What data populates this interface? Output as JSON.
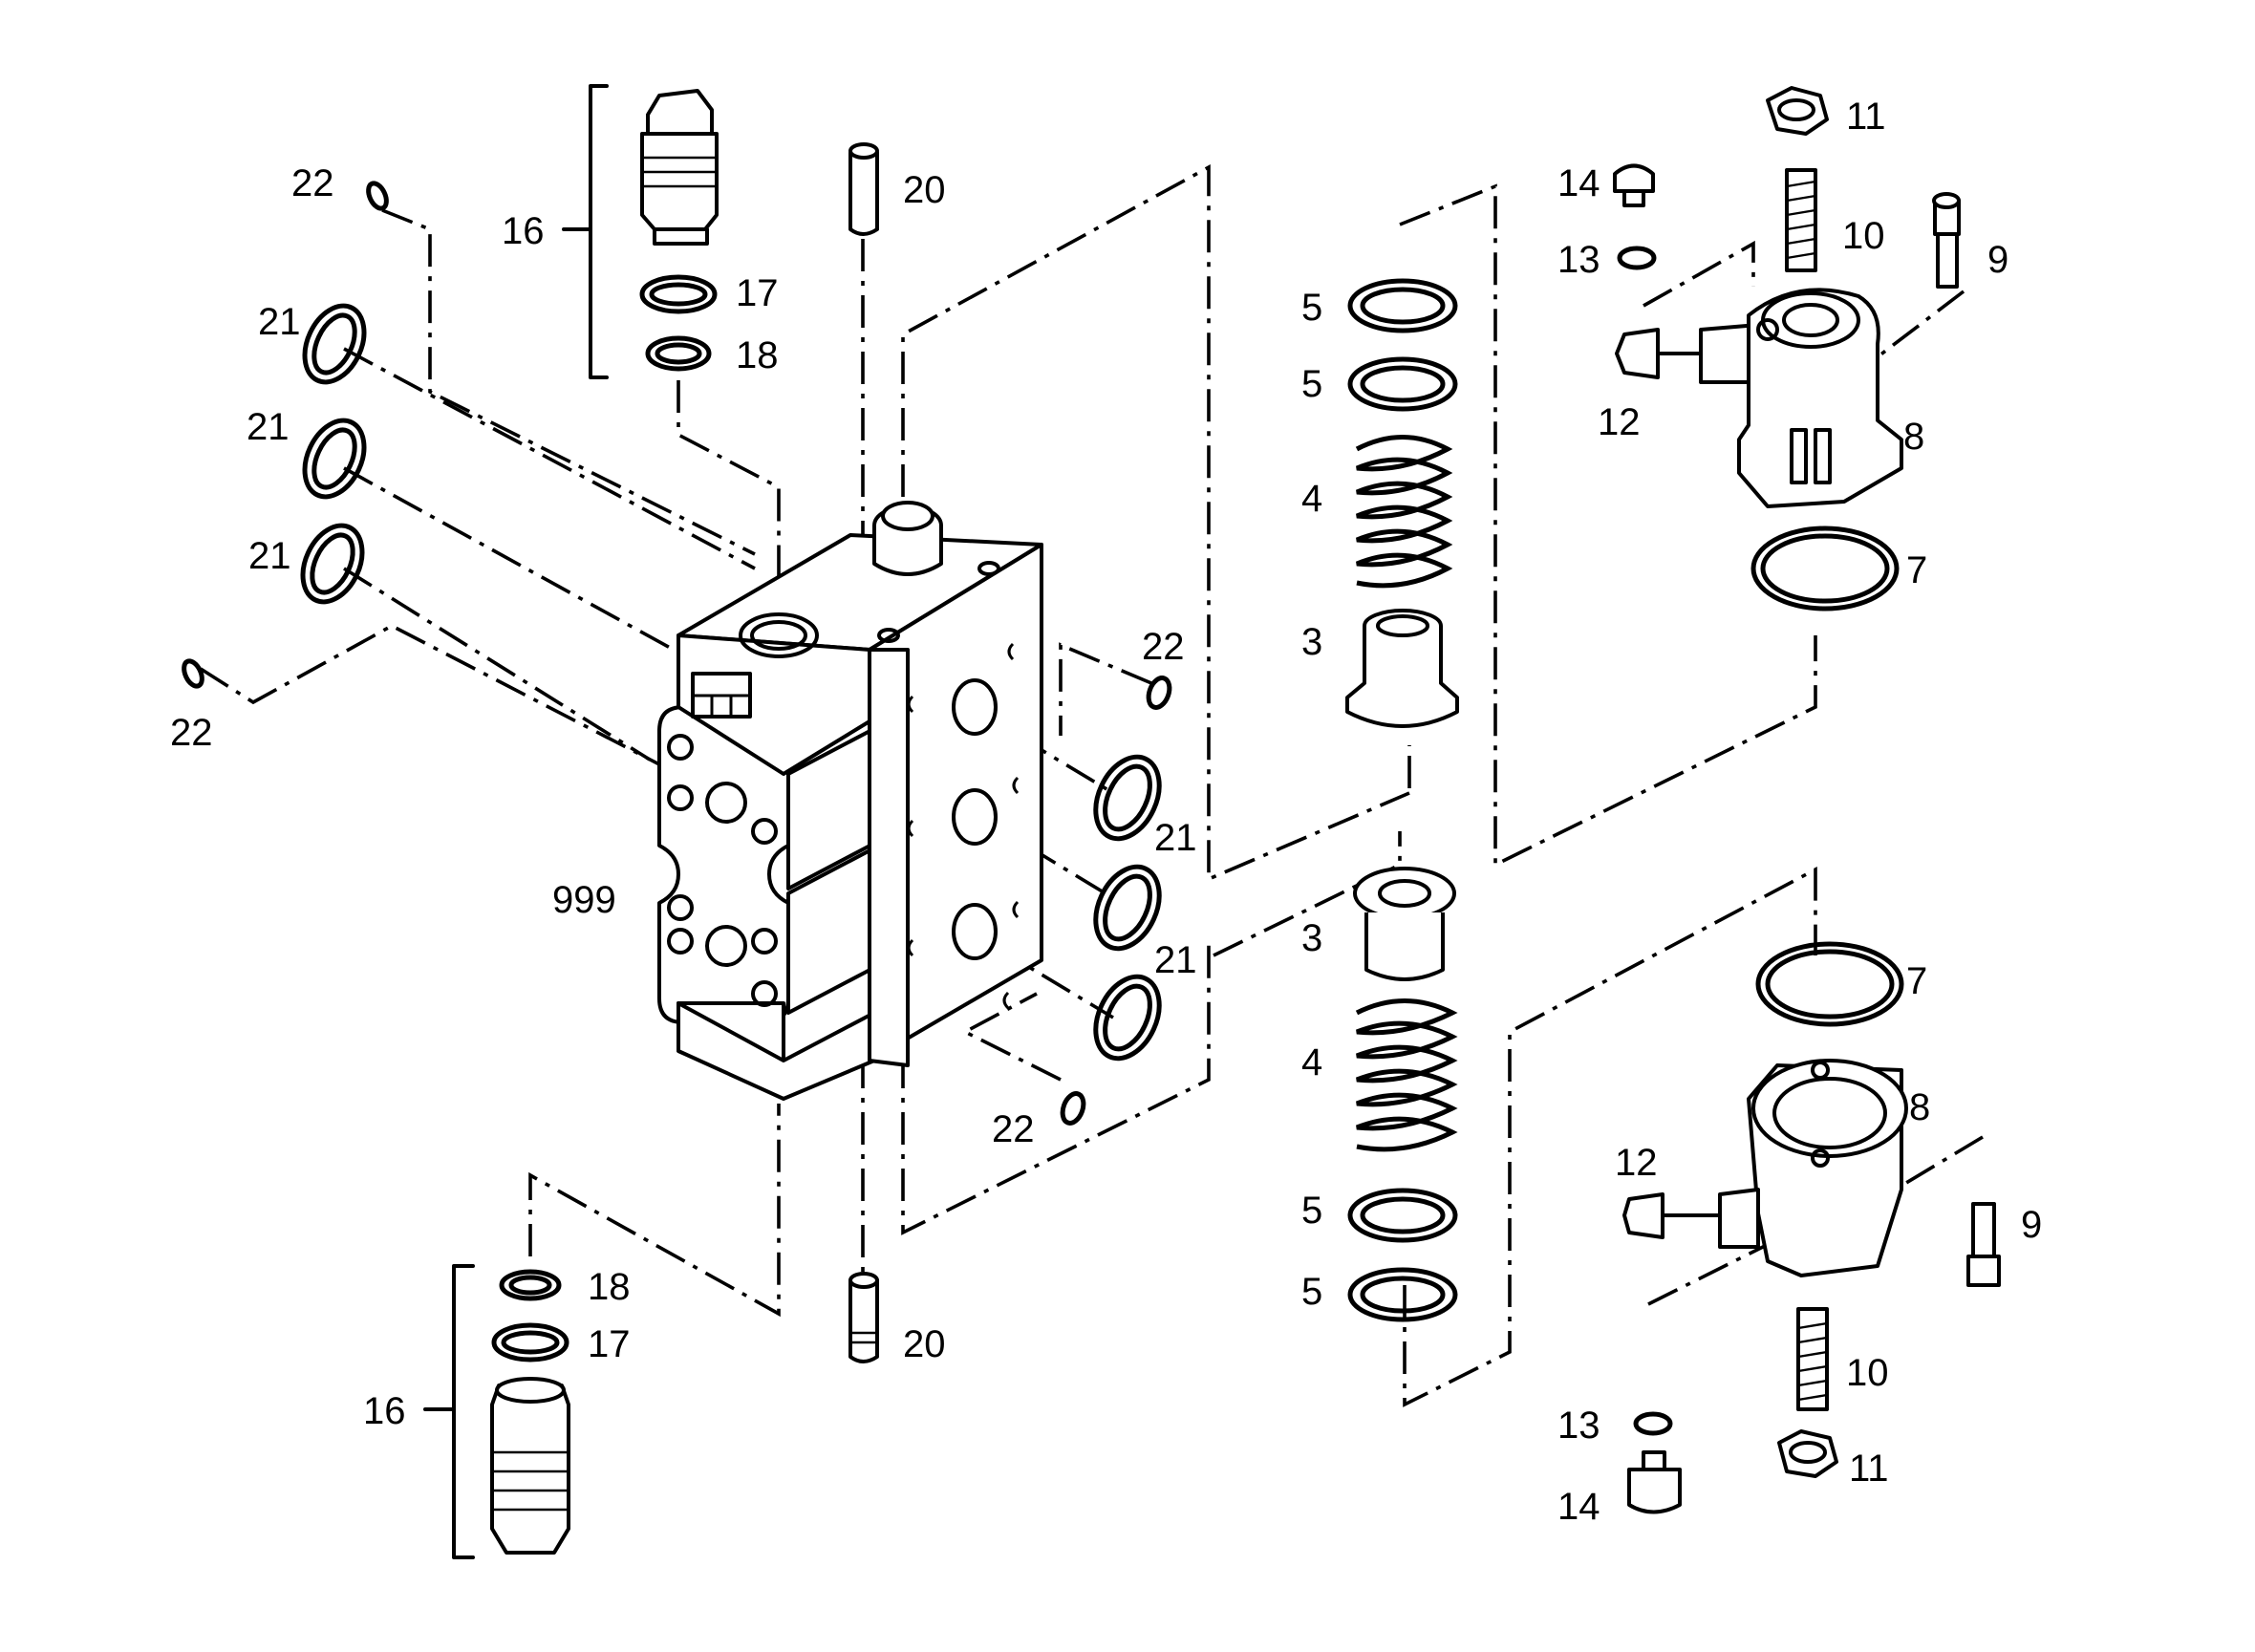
{
  "parts": [
    {
      "id": "p999",
      "number": "999",
      "name": "valve-body"
    },
    {
      "id": "p3a",
      "number": "3",
      "name": "spool-seat-upper"
    },
    {
      "id": "p3b",
      "number": "3",
      "name": "spool-seat-lower"
    },
    {
      "id": "p4a",
      "number": "4",
      "name": "spring-upper"
    },
    {
      "id": "p4b",
      "number": "4",
      "name": "spring-lower"
    },
    {
      "id": "p5a",
      "number": "5",
      "name": "washer-upper-1"
    },
    {
      "id": "p5b",
      "number": "5",
      "name": "washer-upper-2"
    },
    {
      "id": "p5c",
      "number": "5",
      "name": "washer-lower-1"
    },
    {
      "id": "p5d",
      "number": "5",
      "name": "washer-lower-2"
    },
    {
      "id": "p7a",
      "number": "7",
      "name": "o-ring-cap-upper"
    },
    {
      "id": "p7b",
      "number": "7",
      "name": "o-ring-cap-lower"
    },
    {
      "id": "p8a",
      "number": "8",
      "name": "end-cap-upper"
    },
    {
      "id": "p8b",
      "number": "8",
      "name": "end-cap-lower"
    },
    {
      "id": "p9a",
      "number": "9",
      "name": "cap-screw-upper"
    },
    {
      "id": "p9b",
      "number": "9",
      "name": "cap-screw-lower"
    },
    {
      "id": "p10a",
      "number": "10",
      "name": "adjusting-stud-upper"
    },
    {
      "id": "p10b",
      "number": "10",
      "name": "adjusting-stud-lower"
    },
    {
      "id": "p11a",
      "number": "11",
      "name": "lock-nut-upper"
    },
    {
      "id": "p11b",
      "number": "11",
      "name": "lock-nut-lower"
    },
    {
      "id": "p12a",
      "number": "12",
      "name": "plug-upper"
    },
    {
      "id": "p12b",
      "number": "12",
      "name": "plug-lower"
    },
    {
      "id": "p13a",
      "number": "13",
      "name": "seal-washer-upper"
    },
    {
      "id": "p13b",
      "number": "13",
      "name": "seal-washer-lower"
    },
    {
      "id": "p14a",
      "number": "14",
      "name": "plug-screw-upper"
    },
    {
      "id": "p14b",
      "number": "14",
      "name": "plug-screw-lower"
    },
    {
      "id": "p16a",
      "number": "16",
      "name": "relief-valve-upper"
    },
    {
      "id": "p16b",
      "number": "16",
      "name": "relief-valve-lower"
    },
    {
      "id": "p17a",
      "number": "17",
      "name": "o-ring-relief-upper"
    },
    {
      "id": "p17b",
      "number": "17",
      "name": "o-ring-relief-lower"
    },
    {
      "id": "p18a",
      "number": "18",
      "name": "backup-ring-upper"
    },
    {
      "id": "p18b",
      "number": "18",
      "name": "backup-ring-lower"
    },
    {
      "id": "p20a",
      "number": "20",
      "name": "pin-upper"
    },
    {
      "id": "p20b",
      "number": "20",
      "name": "pin-lower"
    },
    {
      "id": "p21a",
      "number": "21",
      "name": "o-ring-left-1"
    },
    {
      "id": "p21b",
      "number": "21",
      "name": "o-ring-left-2"
    },
    {
      "id": "p21c",
      "number": "21",
      "name": "o-ring-left-3"
    },
    {
      "id": "p21d",
      "number": "21",
      "name": "o-ring-right-1"
    },
    {
      "id": "p21e",
      "number": "21",
      "name": "o-ring-right-2"
    },
    {
      "id": "p21f",
      "number": "21",
      "name": "o-ring-right-3"
    },
    {
      "id": "p22a",
      "number": "22",
      "name": "small-o-ring-top-left"
    },
    {
      "id": "p22b",
      "number": "22",
      "name": "small-o-ring-left"
    },
    {
      "id": "p22c",
      "number": "22",
      "name": "small-o-ring-right-upper"
    },
    {
      "id": "p22d",
      "number": "22",
      "name": "small-o-ring-right-lower"
    }
  ]
}
